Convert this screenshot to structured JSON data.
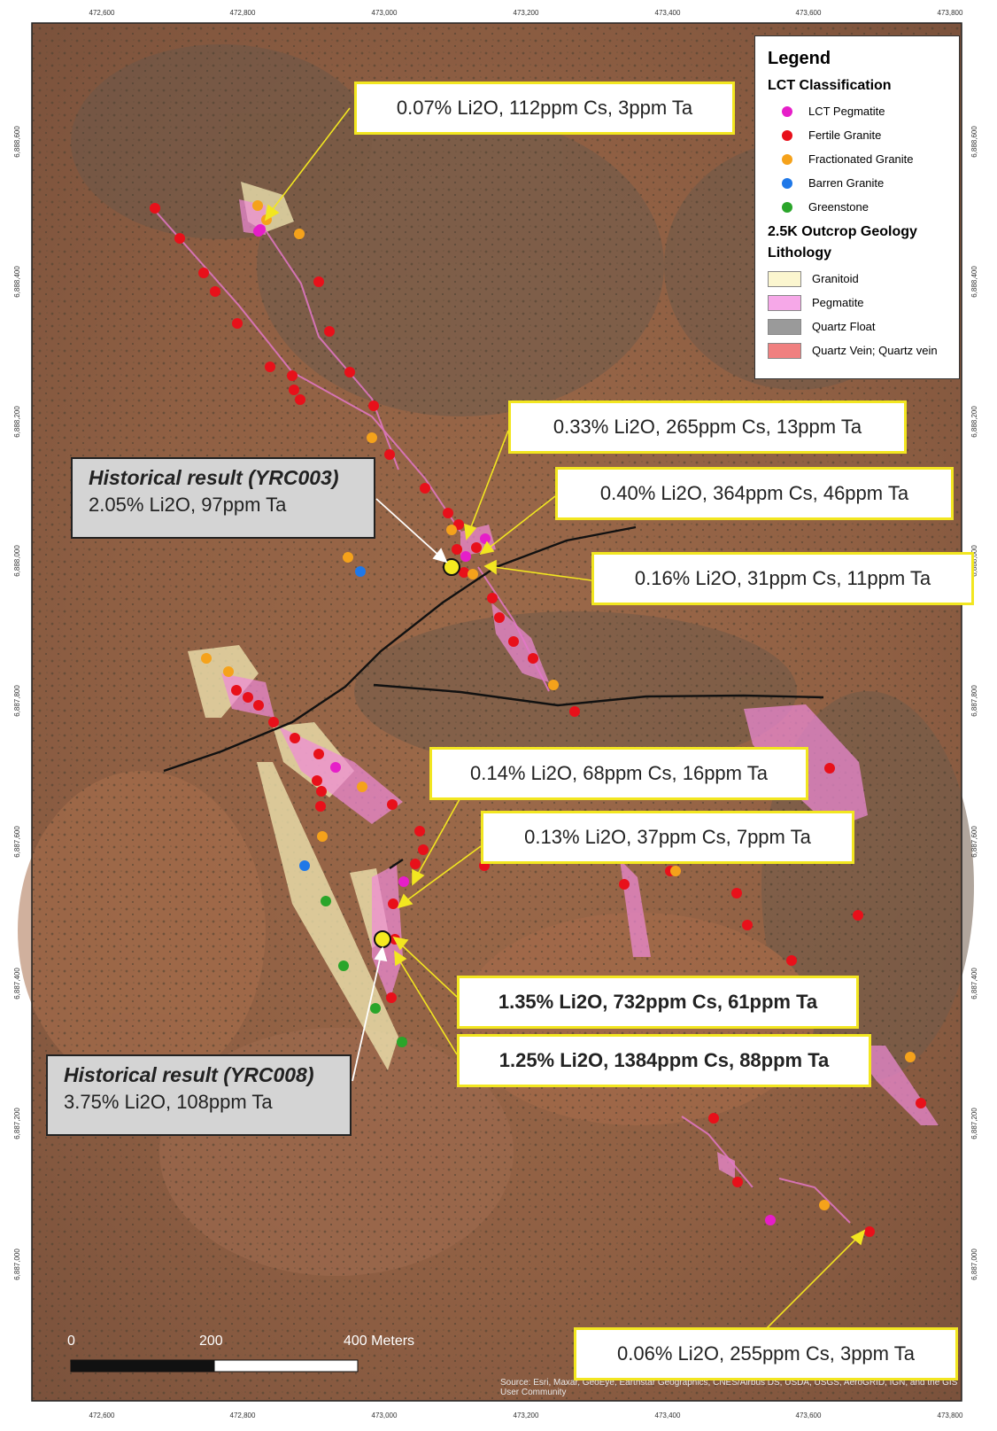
{
  "axes": {
    "x_ticks": [
      "472,600",
      "472,800",
      "473,000",
      "473,200",
      "473,400",
      "473,600",
      "473,800"
    ],
    "y_ticks": [
      "6,888,600",
      "6,888,400",
      "6,888,200",
      "6,888,000",
      "6,887,800",
      "6,887,600",
      "6,887,400",
      "6,887,200",
      "6,887,000"
    ]
  },
  "legend": {
    "title": "Legend",
    "lct_heading": "LCT Classification",
    "lct_items": [
      {
        "label": "LCT Pegmatite",
        "color": "#e61ec8"
      },
      {
        "label": "Fertile Granite",
        "color": "#e8101a"
      },
      {
        "label": "Fractionated Granite",
        "color": "#f5a21b"
      },
      {
        "label": "Barren Granite",
        "color": "#1f78e8"
      },
      {
        "label": "Greenstone",
        "color": "#2aa52a"
      }
    ],
    "geology_heading": "2.5K Outcrop Geology",
    "lithology_heading": "Lithology",
    "lithology_items": [
      {
        "label": "Granitoid",
        "color": "#fbf6cf"
      },
      {
        "label": "Pegmatite",
        "color": "#f6a8e8"
      },
      {
        "label": "Quartz Float",
        "color": "#9a9a9a"
      },
      {
        "label": "Quartz Vein; Quartz vein",
        "color": "#f08080"
      }
    ]
  },
  "callouts": [
    {
      "text": "0.07% Li2O, 112ppm Cs, 3ppm Ta",
      "bold": false
    },
    {
      "text": "0.33% Li2O, 265ppm Cs, 13ppm Ta",
      "bold": false
    },
    {
      "text": "0.40% Li2O, 364ppm Cs, 46ppm Ta",
      "bold": false
    },
    {
      "text": "0.16% Li2O, 31ppm Cs, 11ppm Ta",
      "bold": false
    },
    {
      "text": "0.14% Li2O, 68ppm Cs, 16ppm Ta",
      "bold": false
    },
    {
      "text": "0.13% Li2O, 37ppm Cs, 7ppm Ta",
      "bold": false
    },
    {
      "text": "1.35% Li2O, 732ppm Cs, 61ppm Ta",
      "bold": true
    },
    {
      "text": "1.25% Li2O, 1384ppm Cs, 88ppm Ta",
      "bold": true
    },
    {
      "text": "0.06% Li2O, 255ppm Cs, 3ppm Ta",
      "bold": false
    }
  ],
  "historical": [
    {
      "title": "Historical result (YRC003)",
      "value": "2.05% Li2O, 97ppm Ta"
    },
    {
      "title": "Historical result (YRC008)",
      "value": "3.75% Li2O, 108ppm Ta"
    }
  ],
  "scale_bar": {
    "labels": [
      "0",
      "200",
      "400 Meters"
    ]
  },
  "source": "Source: Esri, Maxar, GeoEye, Earthstar Geographics, CNES/Airbus DS, USDA, USGS, AeroGRID, IGN, and the GIS User Community"
}
